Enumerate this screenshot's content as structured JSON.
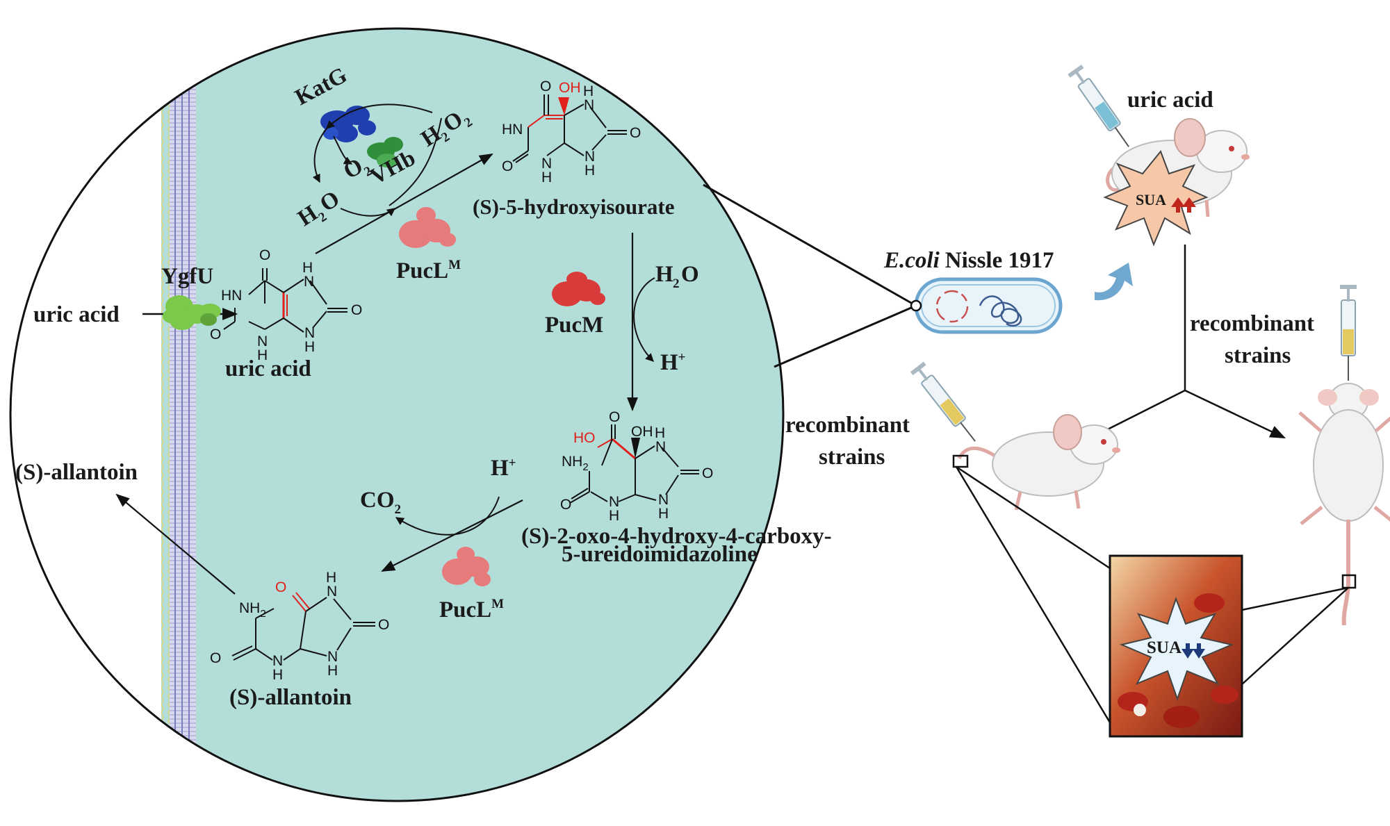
{
  "colors": {
    "cell": "#b3ddd9",
    "membrane": "#c9cbe6",
    "katg": "#1f3fae",
    "vhb": "#2f8f3a",
    "pucl": "#e77a7a",
    "pucm": "#d93b3b",
    "ygfu": "#7cc84a",
    "oxygen_red": "#e0201a",
    "arrow_blue": "#6fa7cf",
    "burst": "#f6c8a8"
  },
  "icons": {
    "katg": "protein-blob",
    "vhb": "protein-blob",
    "pucl": "protein-blob",
    "pucm": "protein-blob",
    "ygfu": "transporter-protein",
    "syringe": "syringe-icon",
    "mouse": "mouse-icon",
    "bacterium": "bacterium-icon"
  },
  "cell": {
    "outside_substrate": "uric acid",
    "transporter": "YgfU",
    "product_out": "(S)-allantoin",
    "katg_label": "KatG",
    "vhb_label": "VHb",
    "h2o2": {
      "h": "H",
      "sub2a": "2",
      "o": "O",
      "sub2b": "2"
    },
    "o2": {
      "o": "O",
      "sub": "2"
    },
    "h2o": {
      "h": "H",
      "sub": "2",
      "o": "O"
    },
    "pucl_top": {
      "base": "PucL",
      "sup": "M"
    },
    "pucm": "PucM",
    "h2o_step": {
      "h": "H",
      "sub": "2",
      "o": "O"
    },
    "h_plus_1": {
      "base": "H",
      "sup": "+"
    },
    "h_plus_2": {
      "base": "H",
      "sup": "+"
    },
    "co2": {
      "base": "CO",
      "sub": "2"
    },
    "pucl_bottom": {
      "base": "PucL",
      "sup": "M"
    },
    "compounds": {
      "uric_acid": "uric acid",
      "hiu": "(S)-5-hydroxyisourate",
      "ohcu_line1": "(S)-2-oxo-4-hydroxy-4-carboxy-",
      "ohcu_line2": "5-ureidoimidazoline",
      "allantoin": "(S)-allantoin"
    },
    "atoms": {
      "hn": "HN",
      "nh": "NH",
      "n": "N",
      "h": "H",
      "o": "O",
      "oh": "OH",
      "ho": "HO",
      "nh2_base": "NH",
      "nh2_sub": "2"
    }
  },
  "bacterium": {
    "italic": "E.coli",
    "rest": "Nissle 1917"
  },
  "mice": {
    "top_label": "uric acid",
    "sua_high": "SUA",
    "sua_low": "SUA",
    "branch_label_right_1": "recombinant",
    "branch_label_right_2": "strains",
    "left_label_1": "recombinant",
    "left_label_2": "strains"
  }
}
